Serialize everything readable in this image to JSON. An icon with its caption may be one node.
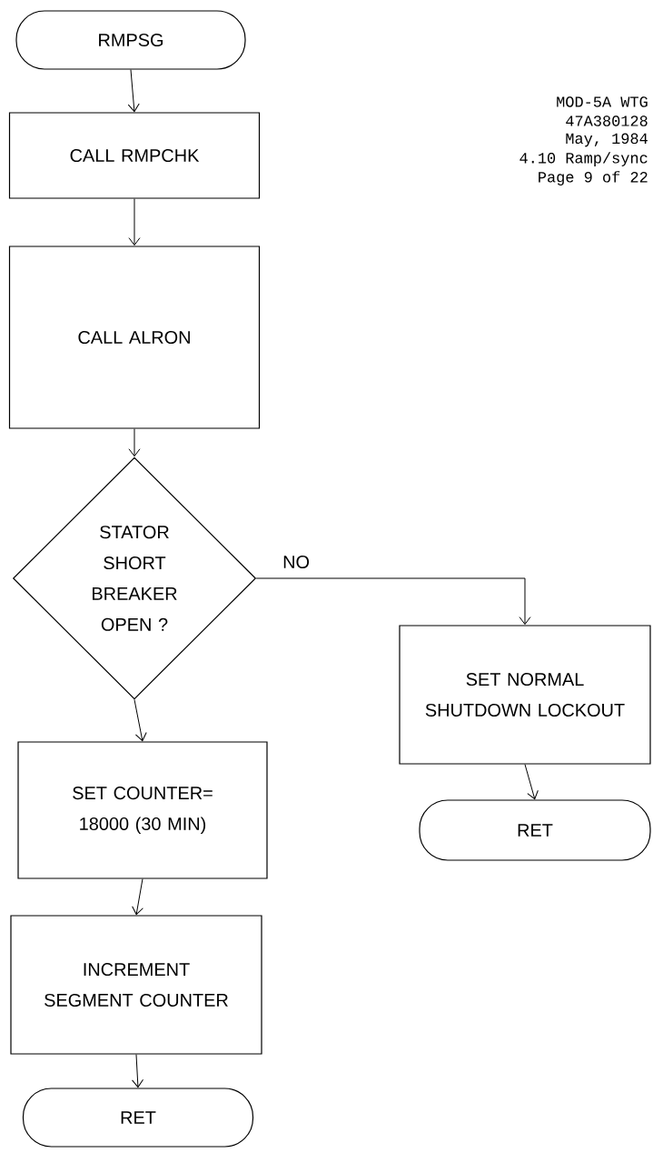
{
  "diagram": {
    "nodes": [
      {
        "text": [
          "RMPSG"
        ]
      },
      {
        "text": [
          "CALL RMPCHK"
        ]
      },
      {
        "text": [
          "CALL ALRON"
        ]
      },
      {
        "text": [
          "STATOR SHORT BREAKER OPEN ?"
        ]
      },
      {
        "text": [
          "SET NORMAL SHUTDOWN LOCKOUT"
        ]
      },
      {
        "text": [
          "RET"
        ]
      },
      {
        "text": [
          "SET COUNTER= 18000 (30 MIN)"
        ]
      },
      {
        "text": [
          "INCREMENT SEGMENT COUNTER"
        ]
      },
      {
        "text": [
          "RET"
        ]
      }
    ],
    "edges": [
      {
        "from": 0,
        "to": 1,
        "arrow": "to"
      },
      {
        "from": 1,
        "to": 2,
        "arrow": "to"
      },
      {
        "from": 2,
        "to": 3,
        "arrow": "to"
      },
      {
        "from": 3,
        "to": 4,
        "arrow": "to",
        "label": "NO"
      },
      {
        "from": 4,
        "to": 5,
        "arrow": "to"
      },
      {
        "from": 3,
        "to": 6,
        "arrow": "to"
      },
      {
        "from": 6,
        "to": 7,
        "arrow": "to"
      },
      {
        "from": 7,
        "to": 8,
        "arrow": "to"
      }
    ],
    "labels": [
      "MOD-5A WTG",
      "47A380128",
      "May, 1984",
      "4.10 Ramp/sync",
      "Page 9 of 22"
    ]
  }
}
